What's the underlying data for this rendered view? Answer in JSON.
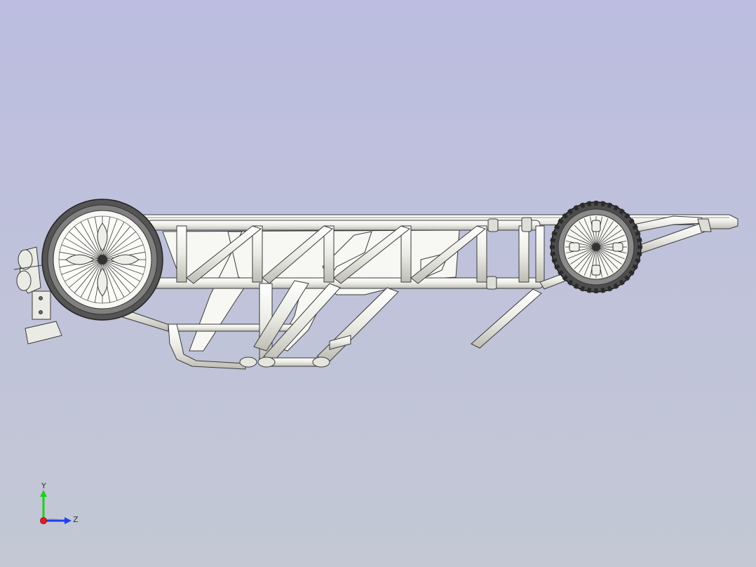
{
  "viewport": {
    "background_top": "#bcbde0",
    "background_bottom": "#c3c8d4",
    "model_fill": "#f4f4f0",
    "model_shade": "#c8c8c0",
    "model_outline": "#3a3a3a",
    "tire_fill": "#6a6a6a"
  },
  "triad": {
    "y_label": "Y",
    "z_label": "Z",
    "y_color": "#1fcf1f",
    "z_color": "#1f3fef",
    "x_color": "#e01f1f"
  },
  "model": {
    "name_icon": "chassis-frame-side-view"
  }
}
